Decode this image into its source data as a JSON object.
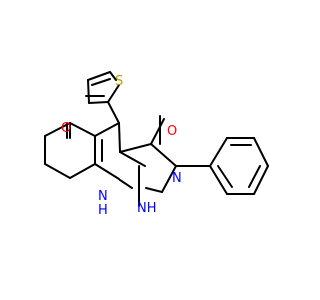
{
  "colors": {
    "bond": "#000000",
    "oxygen": "#ff0000",
    "nitrogen": "#0000ff",
    "sulfur": "#b8a000"
  },
  "labels": {
    "oxygen_ketone": "O",
    "oxygen_carbonyl": "O",
    "sulfur": "S",
    "nh_ring": "NH",
    "n_phenyl": "N",
    "nh_amine": "N",
    "nh_amine_h": "H"
  }
}
